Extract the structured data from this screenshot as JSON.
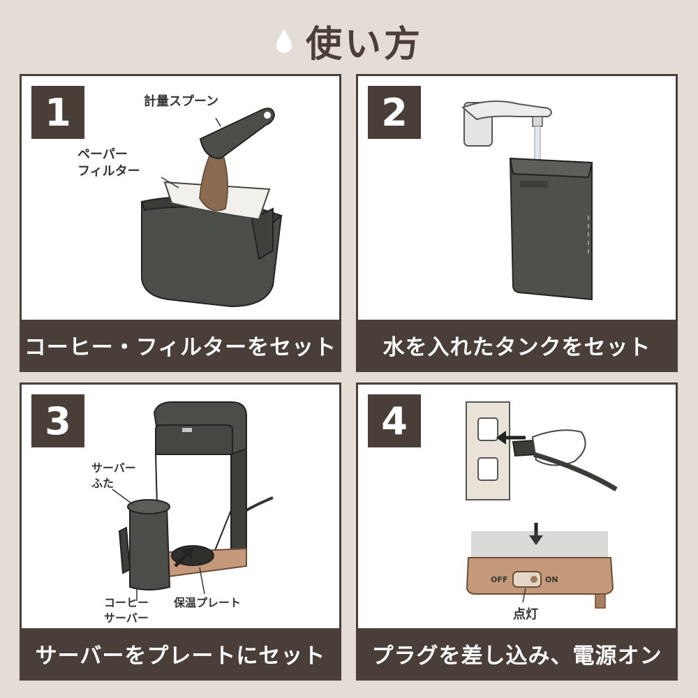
{
  "title": "使い方",
  "steps": [
    {
      "number": "1",
      "caption": "コーヒー・フィルターをセット",
      "labels": {
        "spoon": "計量スプーン",
        "filter_line1": "ペーパー",
        "filter_line2": "フィルター"
      }
    },
    {
      "number": "2",
      "caption": "水を入れたタンクをセット"
    },
    {
      "number": "3",
      "caption": "サーバーをプレートにセット",
      "labels": {
        "lid_line1": "サーバー",
        "lid_line2": "ふた",
        "server_line1": "コーヒー",
        "server_line2": "サーバー",
        "plate": "保温プレート"
      }
    },
    {
      "number": "4",
      "caption": "プラグを差し込み、電源オン",
      "labels": {
        "lamp": "点灯",
        "off": "OFF",
        "on": "ON"
      }
    }
  ],
  "colors": {
    "background": "#e4ddd5",
    "brown": "#4a3f38",
    "device": "#4b4d48",
    "copper": "#c49a7a"
  },
  "icons": {
    "title": "water-drop-icon"
  }
}
